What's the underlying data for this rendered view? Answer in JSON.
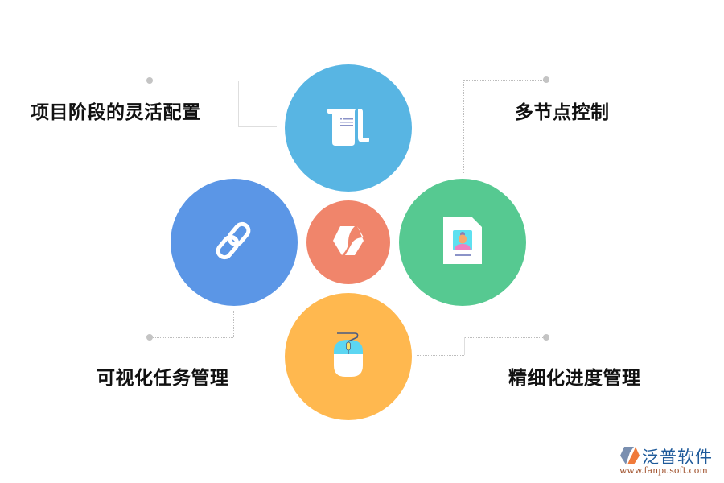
{
  "diagram": {
    "center": {
      "name": "hub",
      "color": "#f0856b",
      "icon": "brand-leaf-hexagon-icon"
    },
    "nodes": [
      {
        "id": "top",
        "color": "#58b5e3",
        "icon": "scroll-document-icon"
      },
      {
        "id": "left",
        "color": "#5b96e6",
        "icon": "chain-link-icon"
      },
      {
        "id": "right",
        "color": "#56c991",
        "icon": "id-card-profile-icon"
      },
      {
        "id": "bottom",
        "color": "#ffb84f",
        "icon": "computer-mouse-icon"
      }
    ],
    "labels": {
      "top_left": "项目阶段的灵活配置",
      "top_right": "多节点控制",
      "bottom_left": "可视化任务管理",
      "bottom_right": "精细化进度管理"
    }
  },
  "watermark": {
    "name": "泛普软件",
    "url": "www.fanpusoft.com"
  }
}
